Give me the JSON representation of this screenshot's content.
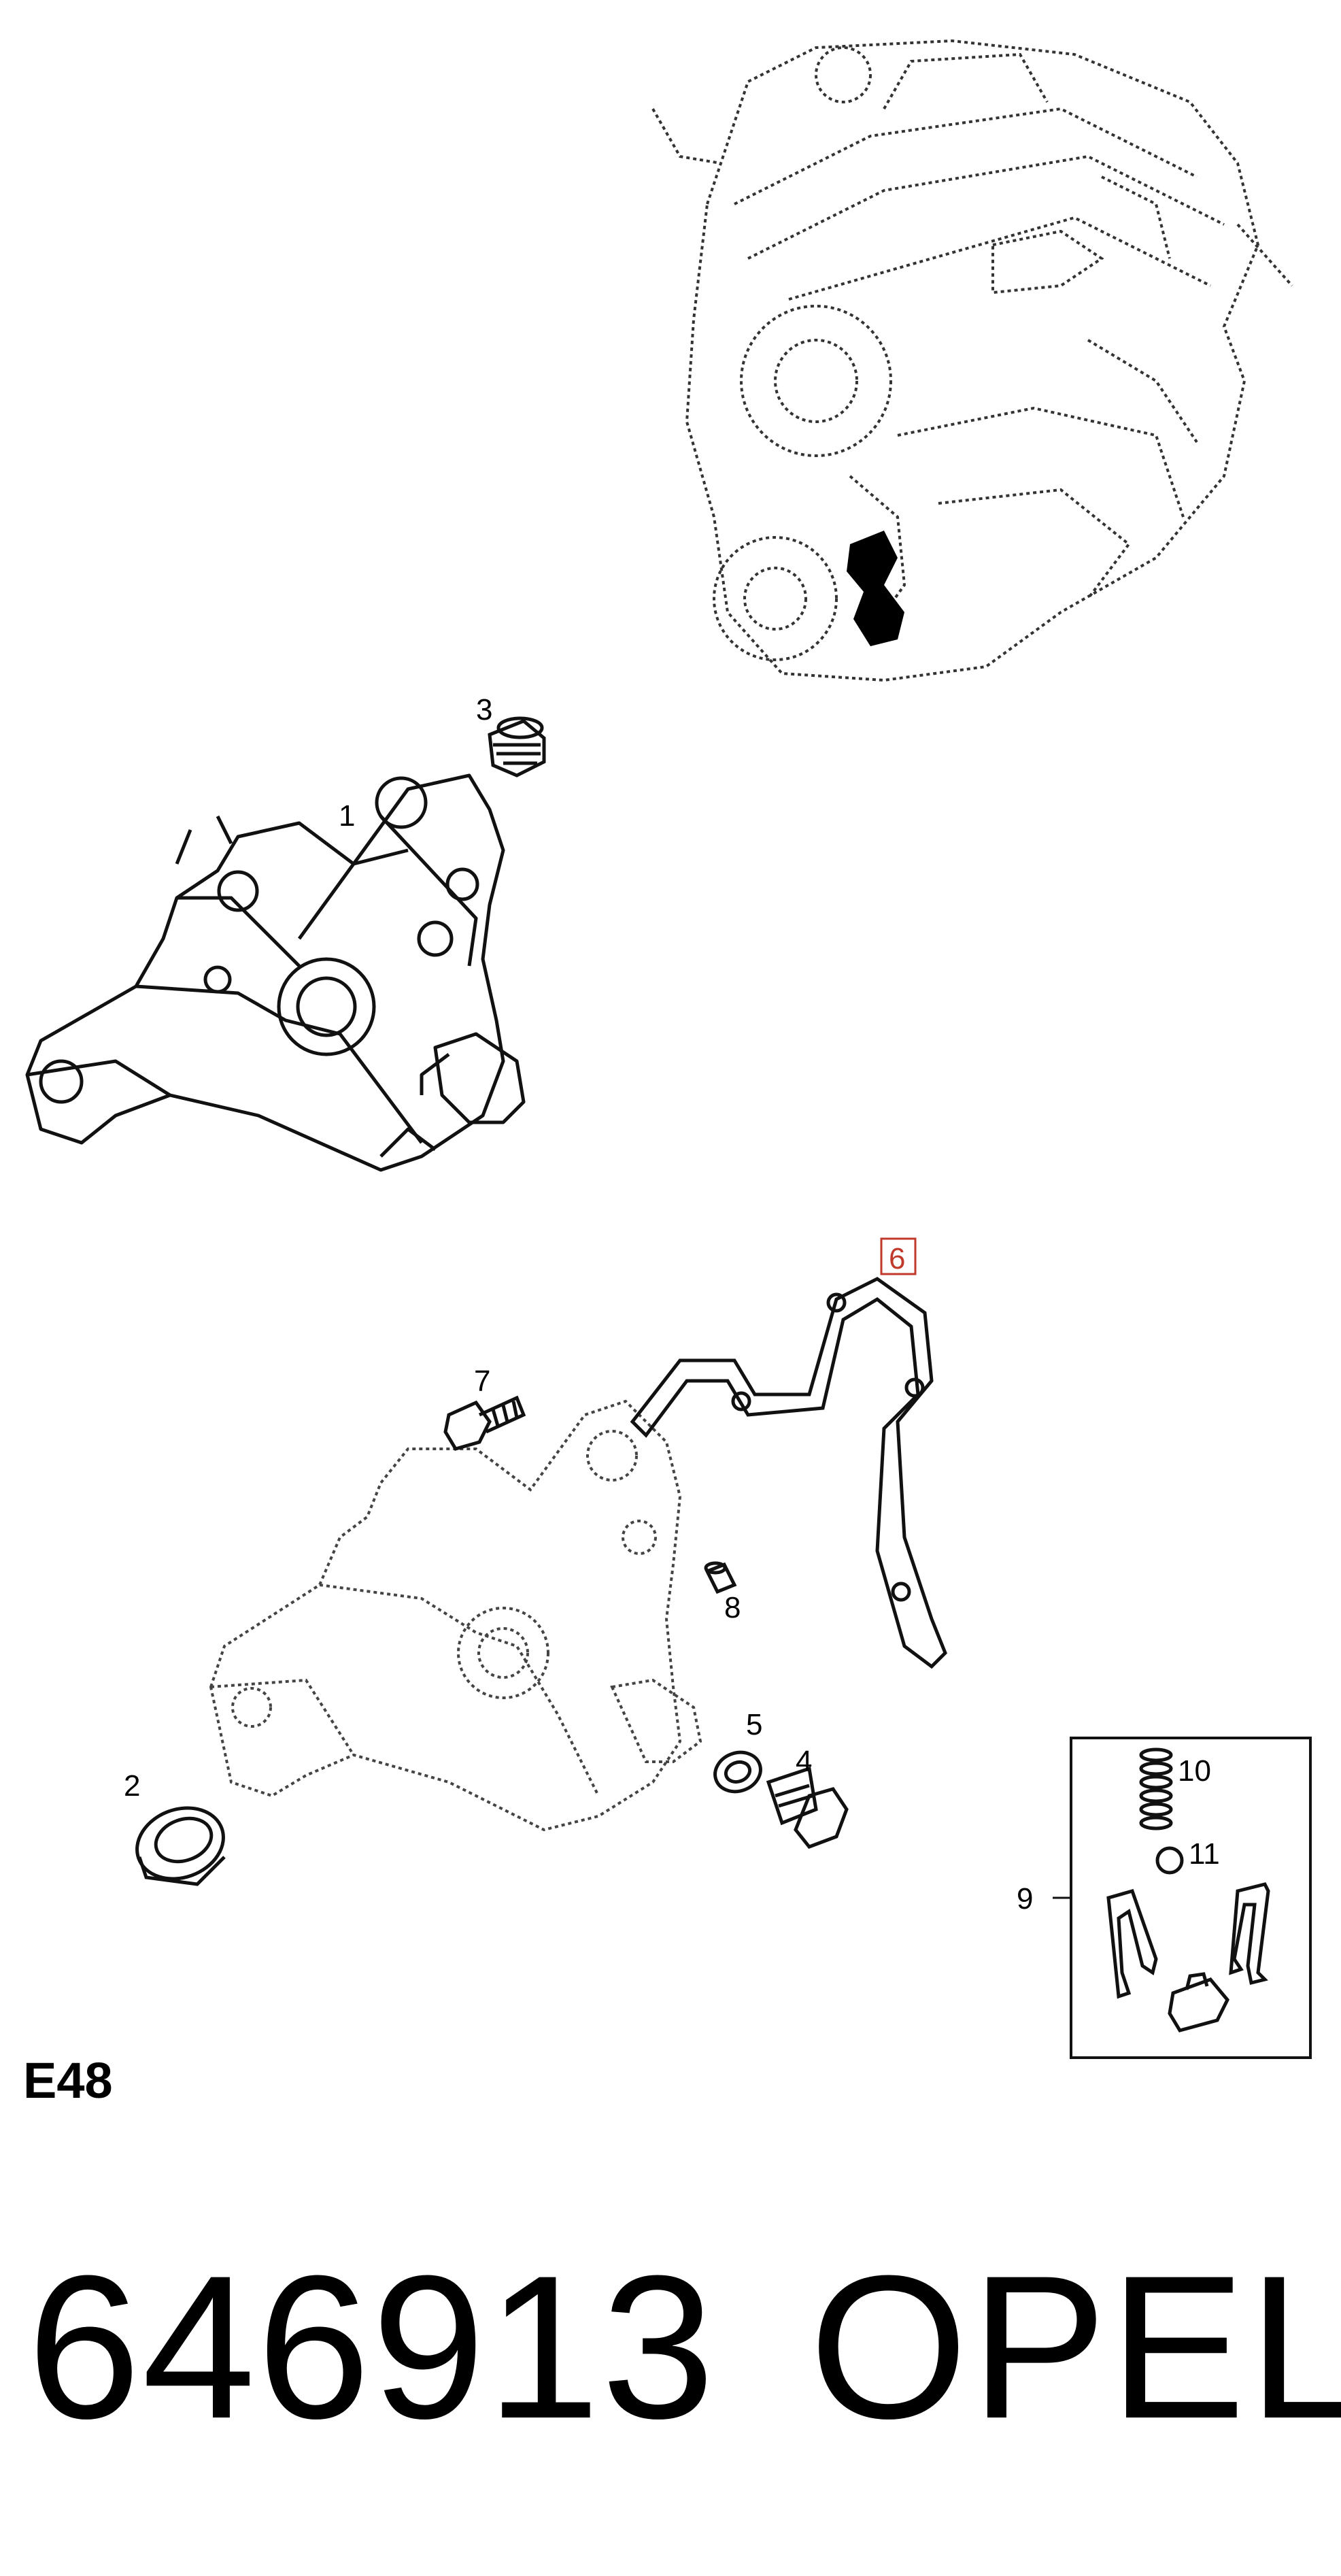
{
  "diagram": {
    "callouts": {
      "c1": "1",
      "c2": "2",
      "c3": "3",
      "c4": "4",
      "c5": "5",
      "c6": "6",
      "c7": "7",
      "c8": "8",
      "c9": "9",
      "c10": "10",
      "c11": "11"
    },
    "highlight_color": "#c0392b"
  },
  "section_code": "E48",
  "footer": {
    "part_number": "646913",
    "brand": "OPEL"
  }
}
